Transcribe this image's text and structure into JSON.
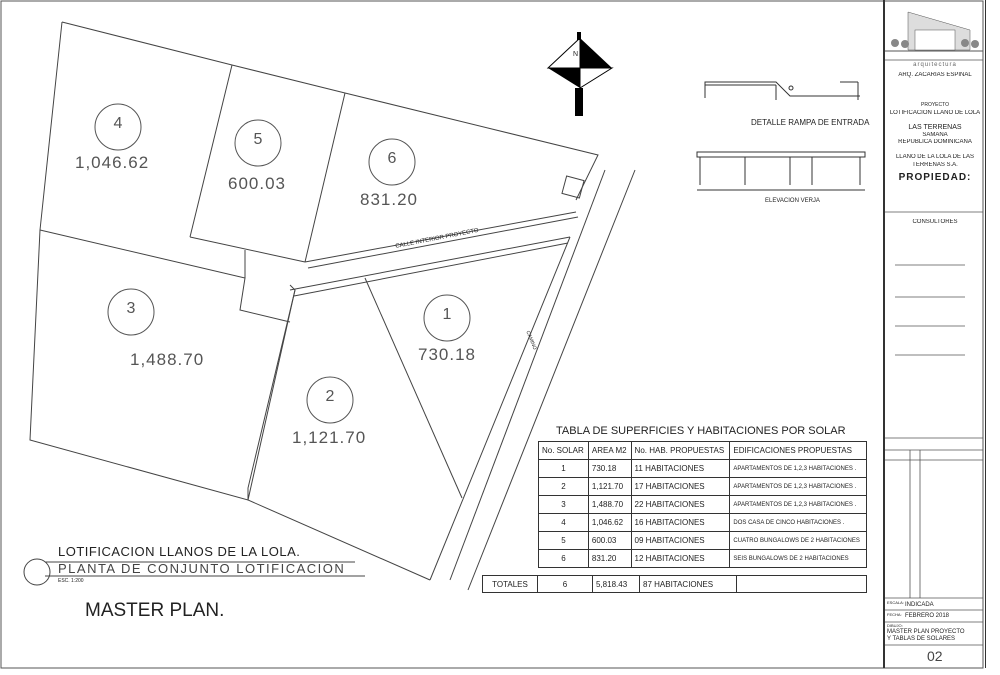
{
  "sheet_title": {
    "line1": "LOTIFICACION LLANOS DE LA LOLA.",
    "line2": "PLANTA DE CONJUNTO LOTIFICACION",
    "scale": "ESC. 1:200",
    "master": "MASTER PLAN."
  },
  "north_label": "N",
  "lots": [
    {
      "number": "1",
      "area": "730.18"
    },
    {
      "number": "2",
      "area": "1,121.70"
    },
    {
      "number": "3",
      "area": "1,488.70"
    },
    {
      "number": "4",
      "area": "1,046.62"
    },
    {
      "number": "5",
      "area": "600.03"
    },
    {
      "number": "6",
      "area": "831.20"
    }
  ],
  "road_labels": {
    "interior": "CALLE INTERIOR PROYECTO",
    "camino": "CAMINO"
  },
  "details": {
    "ramp_title": "DETALLE RAMPA DE ENTRADA",
    "fence_title": "ELEVACION VERJA"
  },
  "table": {
    "title": "TABLA DE SUPERFICIES Y HABITACIONES POR SOLAR",
    "headers": [
      "No. SOLAR",
      "AREA M2",
      "No. HAB. PROPUESTAS",
      "EDIFICACIONES PROPUESTAS"
    ],
    "rows": [
      [
        "1",
        "730.18",
        "11  HABITACIONES",
        "APARTAMENTOS DE 1,2,3 HABITACIONES ."
      ],
      [
        "2",
        "1,121.70",
        "17  HABITACIONES",
        "APARTAMENTOS DE 1,2,3 HABITACIONES ."
      ],
      [
        "3",
        "1,488.70",
        "22  HABITACIONES",
        "APARTAMENTOS DE 1,2,3 HABITACIONES ."
      ],
      [
        "4",
        "1,046.62",
        "16  HABITACIONES",
        "DOS CASA DE CINCO HABITACIONES  ."
      ],
      [
        "5",
        "600.03",
        "09  HABITACIONES",
        "CUATRO BUNGALOWS DE 2 HABITACIONES"
      ],
      [
        "6",
        "831.20",
        "12  HABITACIONES",
        "SEIS  BUNGALOWS DE 2 HABITACIONES"
      ]
    ],
    "totals": [
      "TOTALES",
      "6",
      "5,818.43",
      "87  HABITACIONES"
    ]
  },
  "title_block": {
    "arquitectura": "arquitectura",
    "architect": "ARQ. ZACARIAS ESPINAL",
    "proyecto_label": "PROYECTO",
    "proyecto": "LOTIFICACION LLANO DE LOLA",
    "location1": "LAS TERRENAS",
    "location2": "SAMANA",
    "location3": "REPUBLICA DOMINICANA",
    "owner1": "LLANO DE LA LOLA DE LAS",
    "owner2": "TERRENAS S.A.",
    "propiedad": "PROPIEDAD:",
    "consultores": "CONSULTORES",
    "escala_label": "ESCALA:",
    "escala": "INDICADA",
    "fecha_label": "FECHA:",
    "fecha": "FEBRERO  2018",
    "dibujo_label": "DIBUJO:",
    "dibujo1": "MASTER  PLAN  PROYECTO",
    "dibujo2": "Y  TABLAS  DE  SOLARES",
    "hoja": "02"
  }
}
